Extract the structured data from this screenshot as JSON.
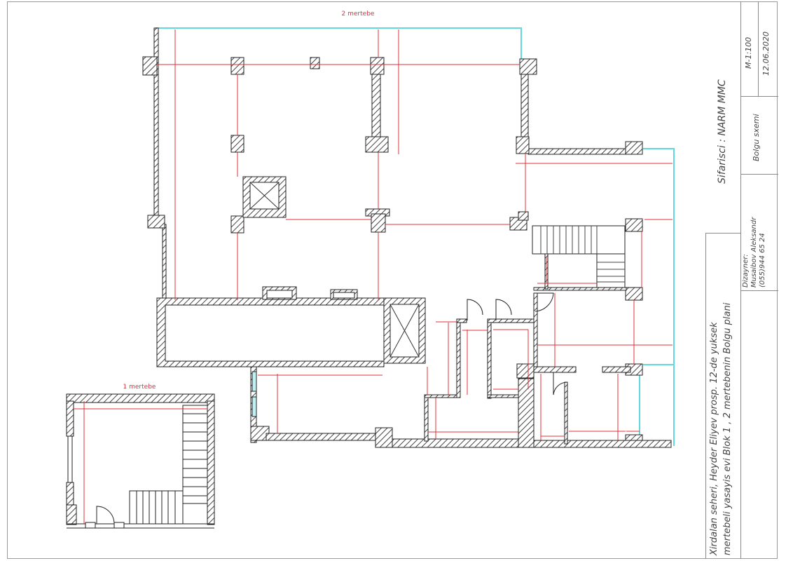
{
  "drawing": {
    "floor2_label": "2 mertebe",
    "floor1_label": "1 mertebe",
    "label_color": "#e0303a",
    "dimension_color": "#e0303a",
    "glazing_color": "#5fd8e0",
    "wall_color": "#333333"
  },
  "title_block": {
    "address_line1": "Xirdalan seheri, Heyder Eliyev prosp. 12-de yuksek",
    "address_line2": "mertebeli yasayis evi Blok 1 ,  2 mertebenin Bolgu plani",
    "designer_label": "Dizayner:",
    "designer_name": "Musaibov Aleksandr",
    "designer_phone": "(055)944 65 24",
    "client": "Sifarisci :  NARM  MMC",
    "sheet_name": "Bolgu sxemi",
    "scale": "M-1:100",
    "date": "12.06.2020"
  }
}
